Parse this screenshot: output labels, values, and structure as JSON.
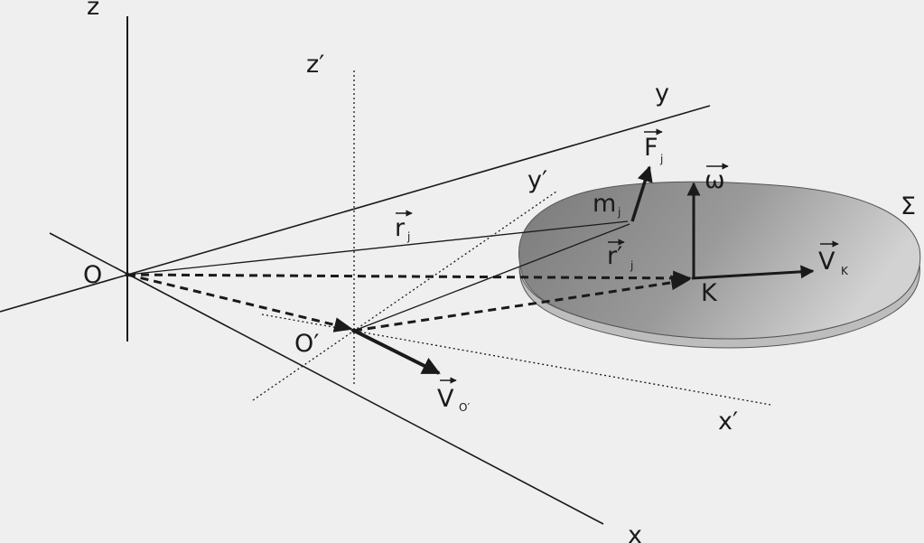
{
  "labels": {
    "z": "z",
    "y": "y",
    "x": "x",
    "O": "O",
    "z_prime": "z′",
    "y_prime": "y′",
    "x_prime": "x′",
    "O_prime": "O′",
    "body": "Σ",
    "F": "F",
    "F_sub": "j",
    "m": "m",
    "m_sub": "j",
    "r": "r",
    "r_sub": "j",
    "r_prime": "r′",
    "r_prime_sub": "j",
    "omega": "ω",
    "V_K": "V",
    "V_K_sub": "K",
    "K": "K",
    "V_O": "V",
    "V_O_sub": "O′"
  },
  "colors": {
    "background": "#efefef",
    "ink": "#1a1a1a",
    "body_dark": "#7d7d7d",
    "body_light": "#cdcdcd"
  }
}
